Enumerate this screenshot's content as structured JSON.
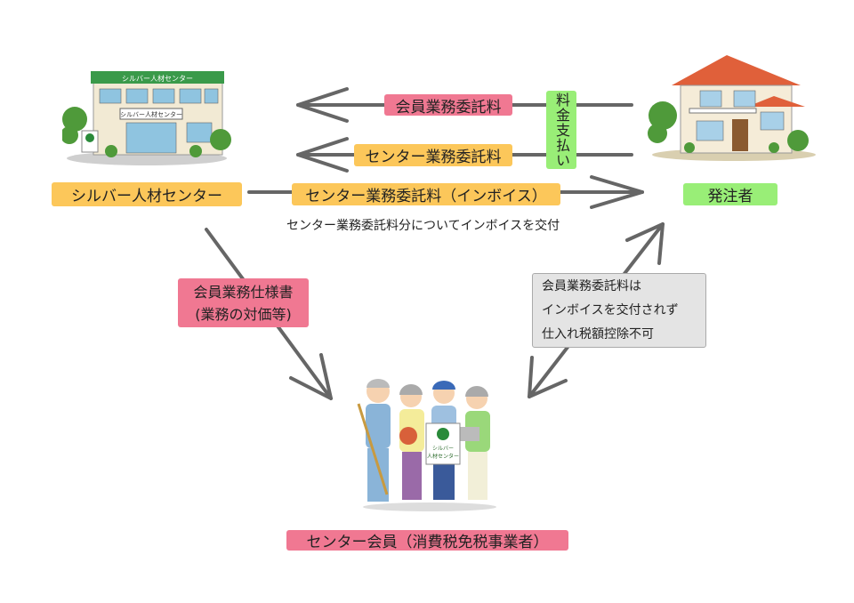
{
  "parties": {
    "center": {
      "label": "シルバー人材センター",
      "sign_text": "シルバー人材センター"
    },
    "client": {
      "label": "発注者"
    },
    "members": {
      "label": "センター会員（消費税免税事業者）",
      "sign_line1": "シルバー",
      "sign_line2": "人材センター"
    }
  },
  "flows": {
    "member_fee": "会員業務委託料",
    "center_fee": "センター業務委託料",
    "payment": "料金支払い",
    "center_fee_invoice": "センター業務委託料（インボイス）",
    "invoice_caption": "センター業務委託料分についてインボイスを交付",
    "spec_line1": "会員業務仕様書",
    "spec_line2": "(業務の対価等)",
    "note_line1": "会員業務委託料は",
    "note_line2": "インボイスを交付されず",
    "note_line3": "仕入れ税額控除不可"
  },
  "colors": {
    "pink": "#f07892",
    "orange": "#fcc75a",
    "green": "#99ee77",
    "arrow": "#666666"
  }
}
